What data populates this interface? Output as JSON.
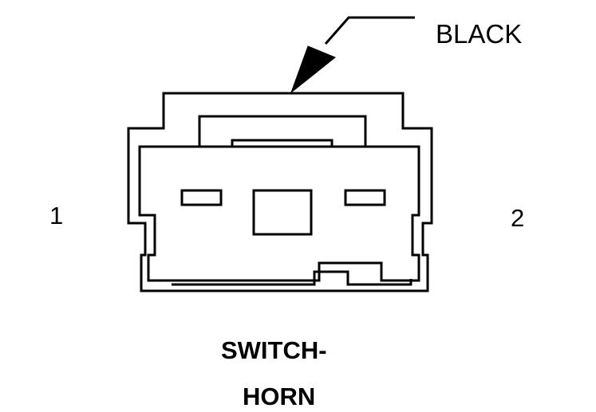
{
  "diagram": {
    "wire_color_label": "BLACK",
    "pin_labels": [
      "1",
      "2"
    ],
    "title_lines": [
      "SWITCH-",
      "HORN"
    ],
    "stroke_color": "#000000",
    "background_color": "#ffffff"
  }
}
